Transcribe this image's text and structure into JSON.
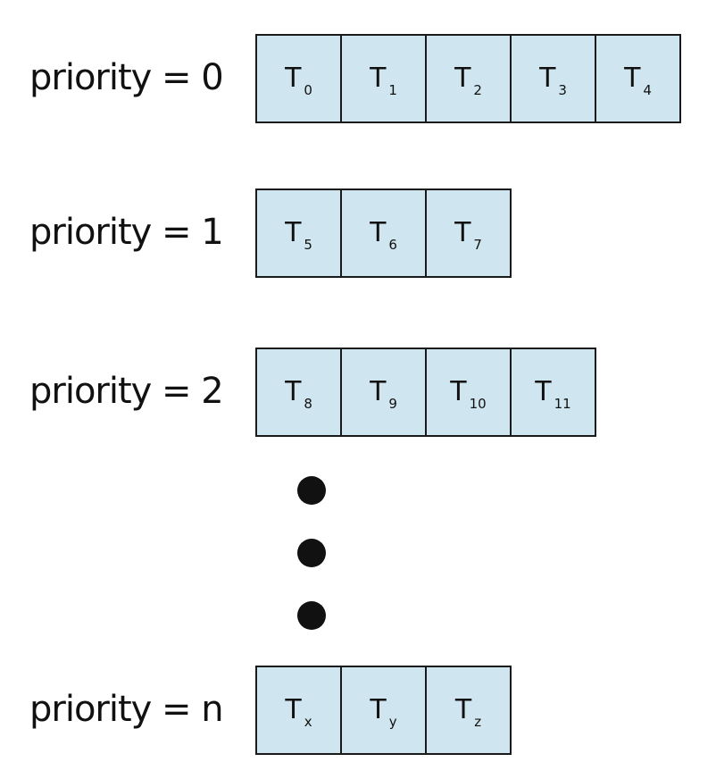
{
  "queues": [
    {
      "label": "priority = 0",
      "tasks": [
        {
          "name": "T",
          "sub": "0"
        },
        {
          "name": "T",
          "sub": "1"
        },
        {
          "name": "T",
          "sub": "2"
        },
        {
          "name": "T",
          "sub": "3"
        },
        {
          "name": "T",
          "sub": "4"
        }
      ]
    },
    {
      "label": "priority = 1",
      "tasks": [
        {
          "name": "T",
          "sub": "5"
        },
        {
          "name": "T",
          "sub": "6"
        },
        {
          "name": "T",
          "sub": "7"
        }
      ]
    },
    {
      "label": "priority = 2",
      "tasks": [
        {
          "name": "T",
          "sub": "8"
        },
        {
          "name": "T",
          "sub": "9"
        },
        {
          "name": "T",
          "sub": "10"
        },
        {
          "name": "T",
          "sub": "11"
        }
      ]
    },
    {
      "label": "priority = n",
      "tasks": [
        {
          "name": "T",
          "sub": "x"
        },
        {
          "name": "T",
          "sub": "y"
        },
        {
          "name": "T",
          "sub": "z"
        }
      ]
    }
  ],
  "colors": {
    "cell_fill": "#cfe5ef",
    "border": "#1a1a1a",
    "text": "#111111"
  },
  "ellipsis": {
    "icon": "vertical-ellipsis-dots",
    "count": 3
  }
}
